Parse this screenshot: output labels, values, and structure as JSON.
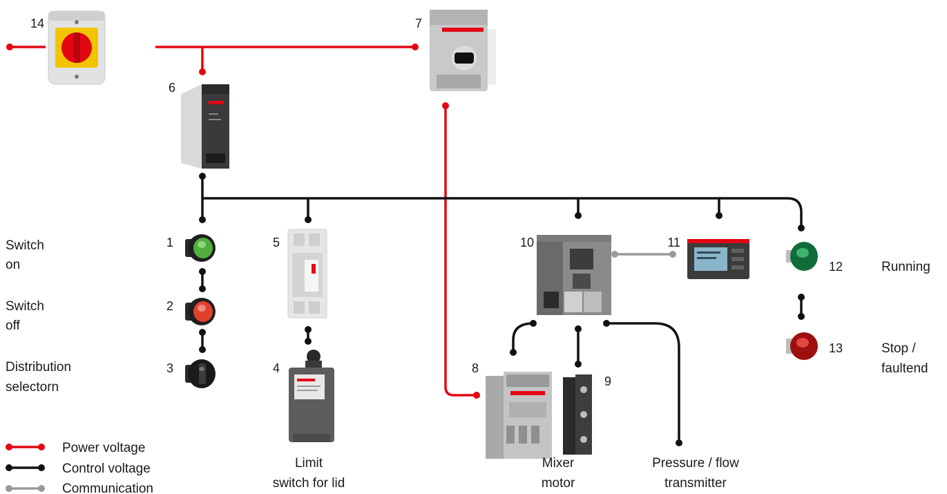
{
  "colors": {
    "power": "#e30613",
    "control": "#111111",
    "communication": "#9a9a9a"
  },
  "legend": [
    {
      "label": "Power voltage",
      "color": "#e30613"
    },
    {
      "label": "Control voltage",
      "color": "#111111"
    },
    {
      "label": "Communication",
      "color": "#9a9a9a"
    }
  ],
  "components": [
    {
      "id": "1",
      "number": "1",
      "icon": "green-pushbutton-icon",
      "label": [
        "Switch",
        "on"
      ]
    },
    {
      "id": "2",
      "number": "2",
      "icon": "red-pushbutton-icon",
      "label": [
        "Switch",
        "off"
      ]
    },
    {
      "id": "3",
      "number": "3",
      "icon": "selector-switch-icon",
      "label": [
        "Distribution",
        "selectorn"
      ]
    },
    {
      "id": "4",
      "number": "4",
      "icon": "limit-switch-icon",
      "label": [
        "Limit",
        "switch for lid"
      ]
    },
    {
      "id": "5",
      "number": "5",
      "icon": "relay-icon",
      "label": []
    },
    {
      "id": "6",
      "number": "6",
      "icon": "power-supply-icon",
      "label": []
    },
    {
      "id": "7",
      "number": "7",
      "icon": "motor-protection-breaker-icon",
      "label": []
    },
    {
      "id": "8",
      "number": "8",
      "icon": "contactor-icon",
      "label": [
        "Mixer",
        "motor"
      ]
    },
    {
      "id": "9",
      "number": "9",
      "icon": "auxiliary-contact-icon",
      "label": []
    },
    {
      "id": "10",
      "number": "10",
      "icon": "plc-icon",
      "label": []
    },
    {
      "id": "11",
      "number": "11",
      "icon": "hmi-panel-icon",
      "label": []
    },
    {
      "id": "12",
      "number": "12",
      "icon": "green-pilot-light-icon",
      "label": [
        "Running"
      ]
    },
    {
      "id": "13",
      "number": "13",
      "icon": "red-pilot-light-icon",
      "label": [
        "Stop /",
        "faultend"
      ]
    },
    {
      "id": "14",
      "number": "14",
      "icon": "main-switch-icon",
      "label": []
    }
  ],
  "transmitter": {
    "label": [
      "Pressure / flow",
      "transmitter"
    ]
  }
}
